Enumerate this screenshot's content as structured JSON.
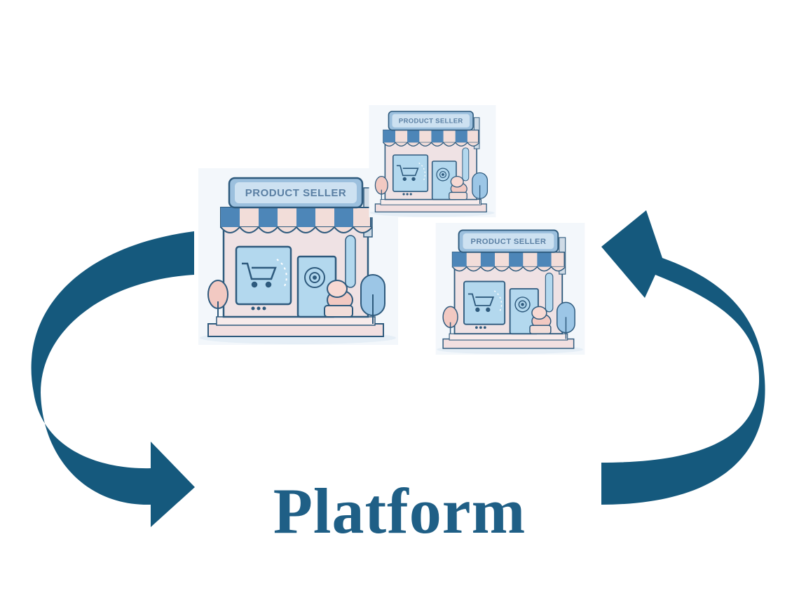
{
  "diagram": {
    "platform_label": "Platform",
    "store_sign": "PRODUCT SELLER",
    "stores": [
      {
        "id": "store-large",
        "sign": "PRODUCT SELLER"
      },
      {
        "id": "store-small-top",
        "sign": "PRODUCT SELLER"
      },
      {
        "id": "store-small-right",
        "sign": "PRODUCT SELLER"
      }
    ],
    "icons": [
      "storefront-icon",
      "shopping-cart-icon",
      "circular-arrow-icon",
      "cycle-arrow-icon"
    ]
  },
  "colors": {
    "arrow": "#15597d",
    "label": "#1f5f86",
    "awning_blue": "#4d86b8",
    "awning_pink": "#f2ddd9",
    "window": "#b3d8ee",
    "building": "#efe2e4",
    "outline": "#2e5a7d"
  }
}
